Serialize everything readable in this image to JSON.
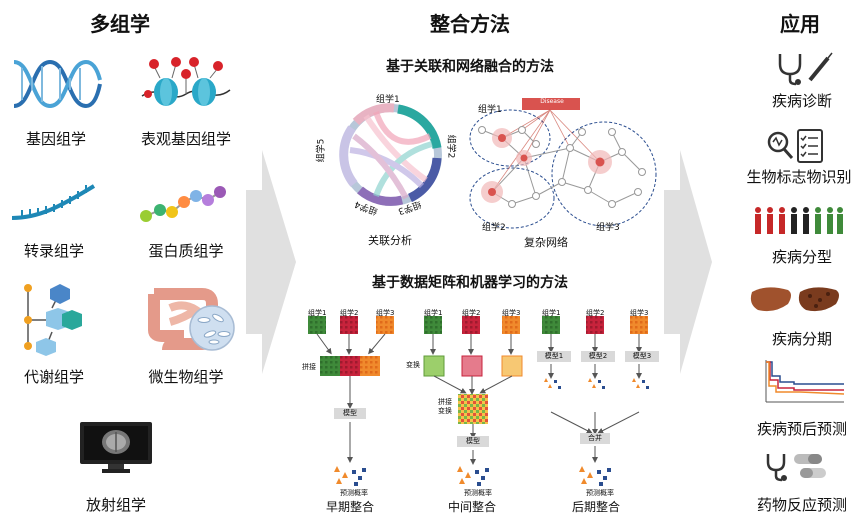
{
  "left": {
    "title": "多组学",
    "items": [
      "基因组学",
      "表观基因组学",
      "转录组学",
      "蛋白质组学",
      "代谢组学",
      "微生物组学",
      "放射组学"
    ]
  },
  "middle": {
    "title": "整合方法",
    "top_title": "基于关联和网络融合的方法",
    "chord": {
      "caption": "关联分析",
      "labels": [
        "组学1",
        "组学2",
        "组学3",
        "组学4",
        "组学5"
      ]
    },
    "network": {
      "caption": "复杂网络",
      "disease": "Disease",
      "labels": [
        "组学1",
        "组学2",
        "组学3"
      ]
    },
    "bottom_title": "基于数据矩阵和机器学习的方法",
    "early": {
      "caption": "早期整合",
      "omics": [
        "组学1",
        "组学2",
        "组学3"
      ],
      "concat": "拼接",
      "model": "模型",
      "predict": "预测概率"
    },
    "mid": {
      "caption": "中间整合",
      "omics": [
        "组学1",
        "组学2",
        "组学3"
      ],
      "transform": "变换",
      "concat_transform": "拼接\n变换",
      "model": "模型",
      "predict": "预测概率"
    },
    "late": {
      "caption": "后期整合",
      "omics": [
        "组学1",
        "组学2",
        "组学3"
      ],
      "models": [
        "模型1",
        "模型2",
        "模型3"
      ],
      "merge": "合并",
      "predict": "预测概率"
    }
  },
  "right": {
    "title": "应用",
    "items": [
      "疾病诊断",
      "生物标志物识别",
      "疾病分型",
      "疾病分期",
      "疾病预后预测",
      "药物反应预测"
    ]
  },
  "colors": {
    "omics1": "#3f8a3a",
    "omics2": "#c8233c",
    "omics3": "#f08a2c",
    "arrow": "#d9d9d9",
    "network": "#c0392b"
  }
}
